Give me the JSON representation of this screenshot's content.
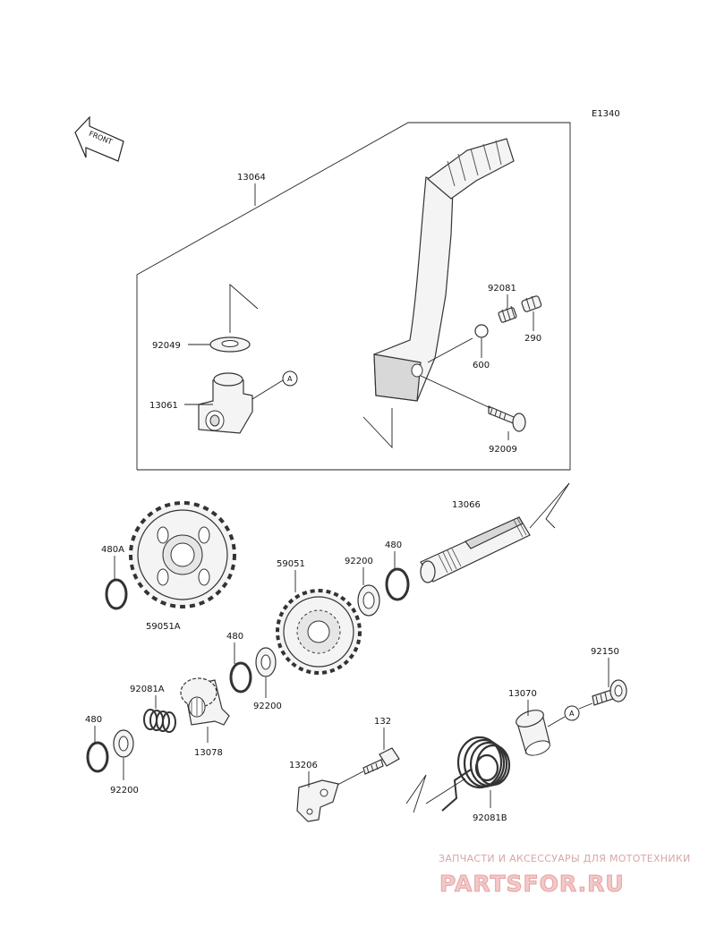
{
  "diagram_code": "E1340",
  "front_marker": "FRONT",
  "ref_marker": "A",
  "parts": {
    "p13064": "13064",
    "p92049": "92049",
    "p13061": "13061",
    "p92081": "92081",
    "p290": "290",
    "p600": "600",
    "p92009": "92009",
    "p13066": "13066",
    "p480A": "480A",
    "p59051A": "59051A",
    "p59051": "59051",
    "p92200a": "92200",
    "p480a": "480",
    "p480b": "480",
    "p92200b": "92200",
    "p92081A": "92081A",
    "p13078": "13078",
    "p480c": "480",
    "p92200c": "92200",
    "p132": "132",
    "p13206": "13206",
    "p92150": "92150",
    "p13070": "13070",
    "p92081B": "92081B"
  },
  "watermark": {
    "line1": "ЗАПЧАСТИ И АКСЕССУАРЫ ДЛЯ МОТОТЕХНИКИ",
    "line2": "PARTSFOR.RU"
  },
  "colors": {
    "line": "#222222",
    "watermark": "#e7a0a0"
  }
}
